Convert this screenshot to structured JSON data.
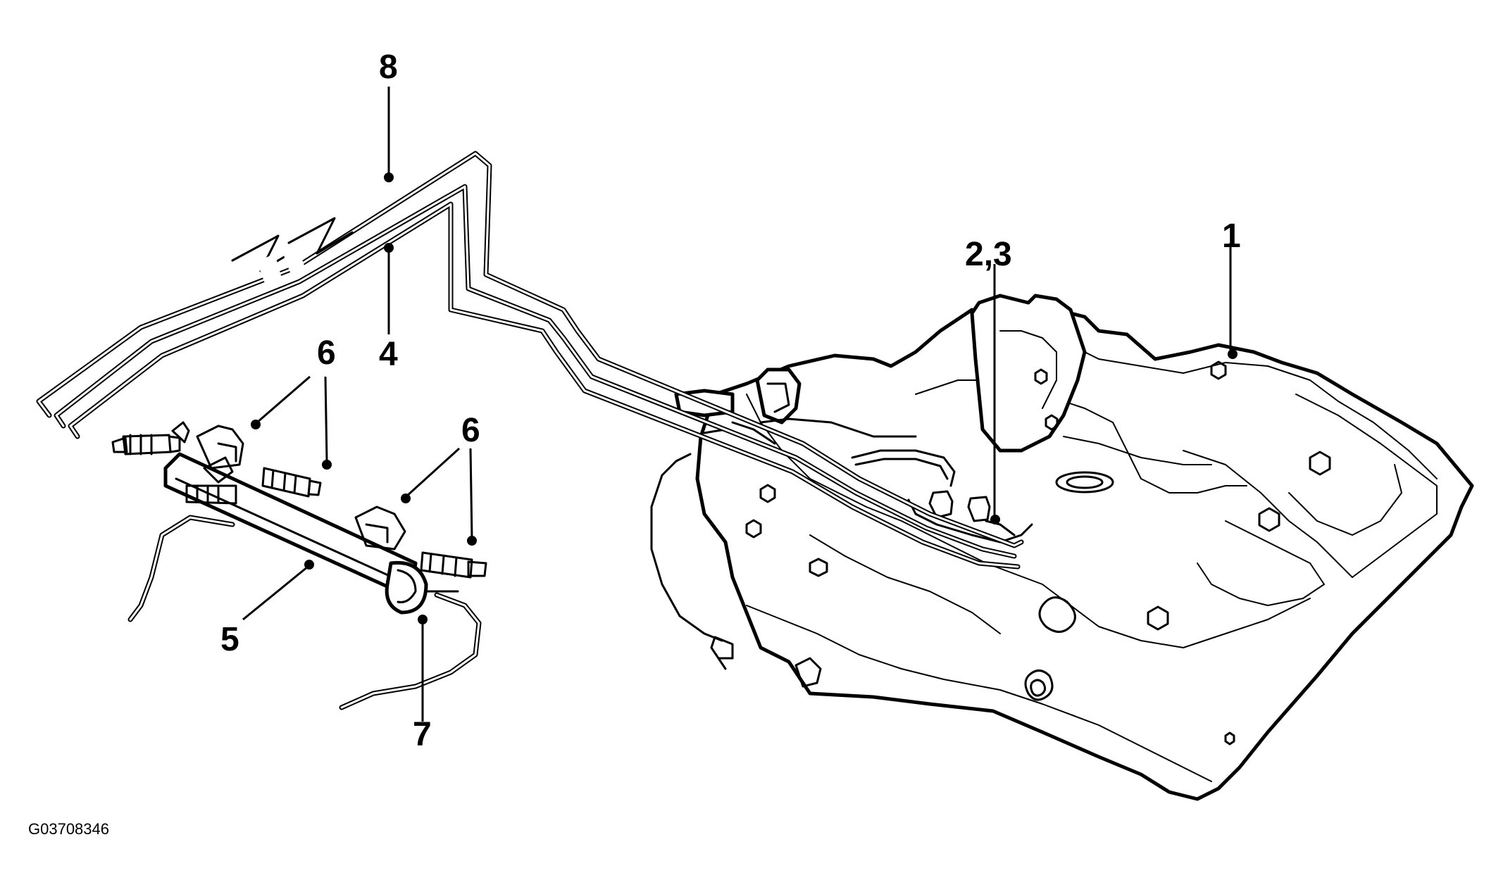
{
  "figure_id": "G03708346",
  "callouts": [
    {
      "id": "c1",
      "label": "1"
    },
    {
      "id": "c23",
      "label": "2,3"
    },
    {
      "id": "c4",
      "label": "4"
    },
    {
      "id": "c5",
      "label": "5"
    },
    {
      "id": "c6a",
      "label": "6"
    },
    {
      "id": "c6b",
      "label": "6"
    },
    {
      "id": "c7",
      "label": "7"
    },
    {
      "id": "c8",
      "label": "8"
    }
  ]
}
